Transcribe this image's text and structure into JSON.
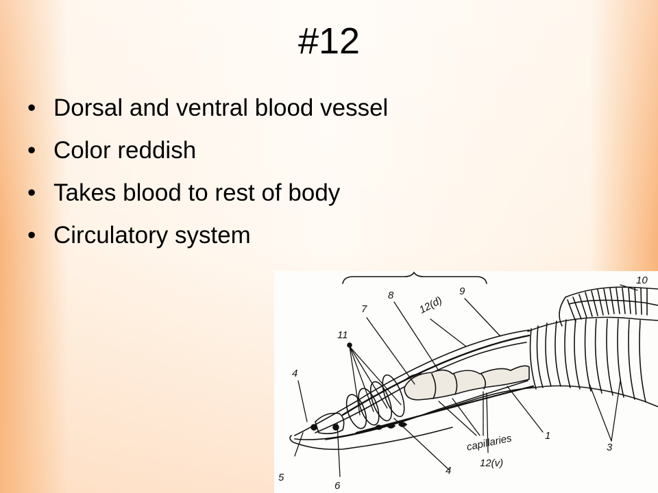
{
  "slide": {
    "title": "#12",
    "bullets": [
      "Dorsal and ventral blood vessel",
      "Color reddish",
      "Takes blood to rest of body",
      "Circulatory system"
    ]
  },
  "diagram": {
    "labels": {
      "n1": "1",
      "n3": "3",
      "n4a": "4",
      "n4b": "4",
      "n5": "5",
      "n6": "6",
      "n7": "7",
      "n8": "8",
      "n9": "9",
      "n10": "10",
      "n11": "11",
      "n12d": "12(d)",
      "n12v": "12(v)",
      "capillaries": "capillaries"
    }
  }
}
